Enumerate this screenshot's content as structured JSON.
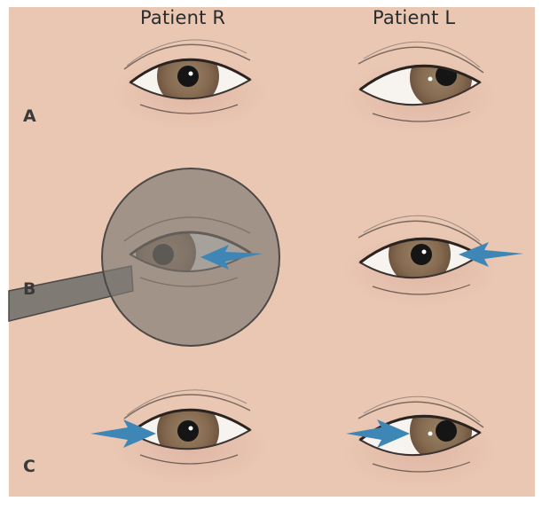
{
  "columns": {
    "right_eye": "Patient R",
    "left_eye": "Patient L"
  },
  "rows": {
    "a": "A",
    "b": "B",
    "c": "C"
  },
  "colors": {
    "background": "#e9c7b3",
    "frame": "#ffffff",
    "iris": "#8a7358",
    "pupil": "#151515",
    "sclera": "#f7f3ef",
    "arrow": "#3d86b5",
    "occluder": "#807a75",
    "occluder_edge": "#4d4845"
  },
  "icons": {
    "eye": "eye-icon",
    "arrow": "arrow-icon",
    "occluder": "occluder-paddle-icon"
  }
}
